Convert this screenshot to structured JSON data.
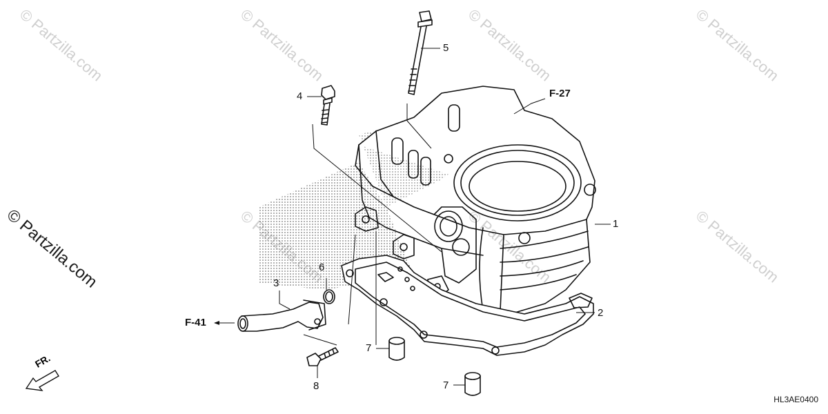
{
  "watermarks": {
    "small": "© Partzilla.com",
    "large": "© Partzilla.com"
  },
  "callouts": {
    "c1": "1",
    "c2": "2",
    "c3": "3",
    "c4": "4",
    "c5": "5",
    "c6": "6",
    "c7a": "7",
    "c7b": "7",
    "c8": "8"
  },
  "refs": {
    "f27": "F-27",
    "f41": "F-41"
  },
  "direction": "FR.",
  "drawing_code": "HL3AE0400",
  "colors": {
    "line": "#111111",
    "watermark": "#cfcfcf"
  }
}
